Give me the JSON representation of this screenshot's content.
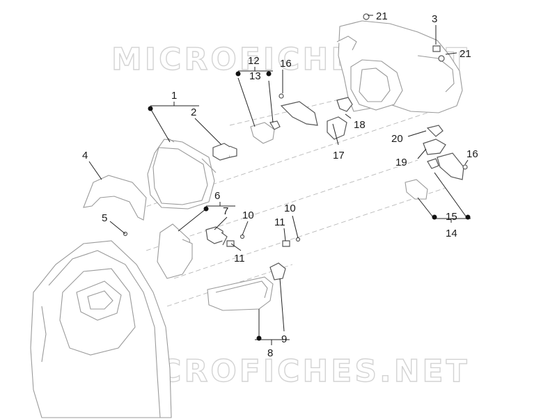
{
  "watermark": {
    "text": "MICROFICHES.NET"
  },
  "callouts": [
    {
      "id": "c21a",
      "text": "21"
    },
    {
      "id": "c3",
      "text": "3"
    },
    {
      "id": "c21b",
      "text": "21"
    },
    {
      "id": "c12",
      "text": "12"
    },
    {
      "id": "c16a",
      "text": "16"
    },
    {
      "id": "c13",
      "text": "13"
    },
    {
      "id": "c1",
      "text": "1"
    },
    {
      "id": "c2",
      "text": "2"
    },
    {
      "id": "c18",
      "text": "18"
    },
    {
      "id": "c17",
      "text": "17"
    },
    {
      "id": "c20",
      "text": "20"
    },
    {
      "id": "c16b",
      "text": "16"
    },
    {
      "id": "c19",
      "text": "19"
    },
    {
      "id": "c4",
      "text": "4"
    },
    {
      "id": "c6",
      "text": "6"
    },
    {
      "id": "c7",
      "text": "7"
    },
    {
      "id": "c10a",
      "text": "10"
    },
    {
      "id": "c10b",
      "text": "10"
    },
    {
      "id": "c5",
      "text": "5"
    },
    {
      "id": "c11a",
      "text": "11"
    },
    {
      "id": "c11b",
      "text": "11"
    },
    {
      "id": "c15",
      "text": "15"
    },
    {
      "id": "c14",
      "text": "14"
    },
    {
      "id": "c9",
      "text": "9"
    },
    {
      "id": "c8",
      "text": "8"
    }
  ]
}
